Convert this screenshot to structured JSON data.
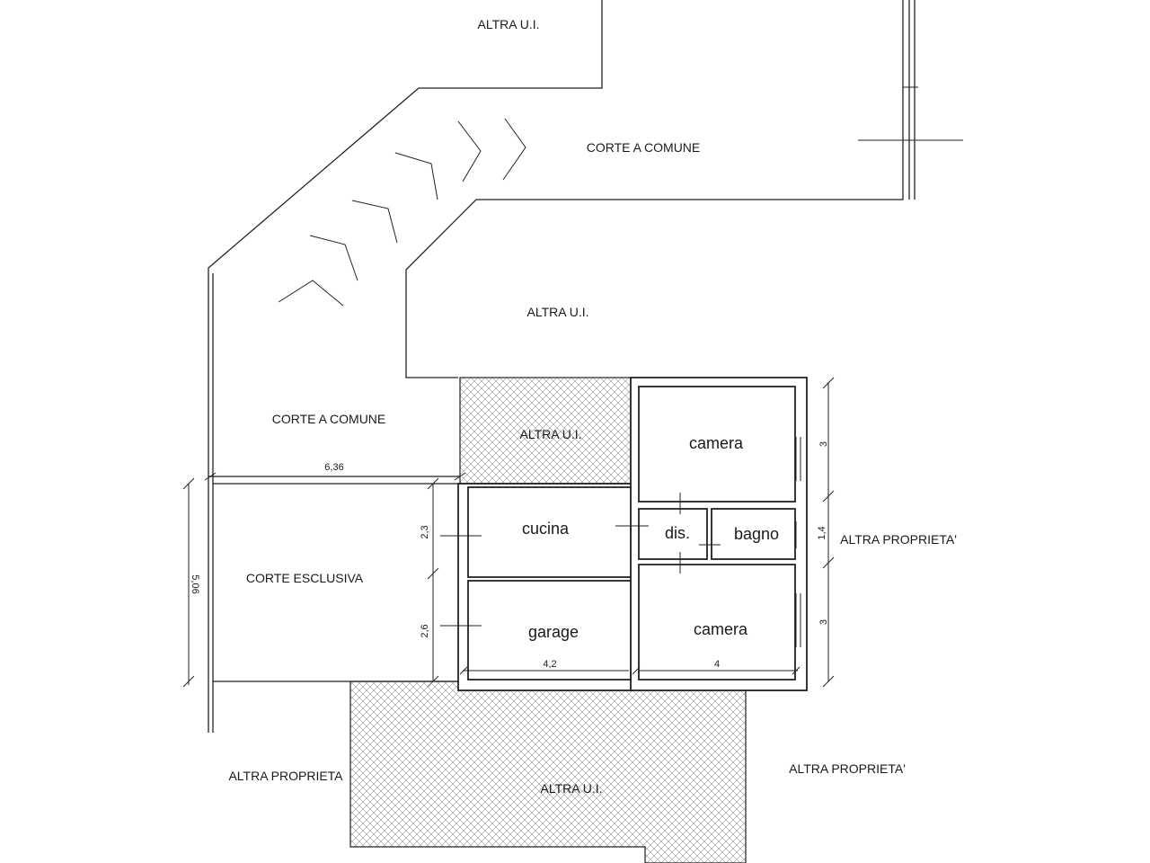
{
  "areas": {
    "altra_ui_top": "ALTRA U.I.",
    "corte_comune_top": "CORTE A COMUNE",
    "altra_ui_mid": "ALTRA U.I.",
    "corte_comune_left": "CORTE A COMUNE",
    "altra_ui_hatched": "ALTRA U.I.",
    "corte_esclusiva": "CORTE ESCLUSIVA",
    "altra_proprieta_right": "ALTRA  PROPRIETA'",
    "altra_proprieta_bottom_left": "ALTRA PROPRIETA",
    "altra_ui_bottom": "ALTRA U.I.",
    "altra_proprieta_bottom_right": "ALTRA PROPRIETA'"
  },
  "rooms": {
    "camera_top": "camera",
    "cucina": "cucina",
    "dis": "dis.",
    "bagno": "bagno",
    "garage": "garage",
    "camera_bottom": "camera"
  },
  "dimensions": {
    "width_corte": "6,36",
    "height_corte": "5,06",
    "h_cucina": "2,3",
    "h_garage": "2,6",
    "w_garage": "4,2",
    "w_camera": "4",
    "h_camera_top": "3",
    "h_bagno": "1,4",
    "h_camera_bottom": "3"
  }
}
